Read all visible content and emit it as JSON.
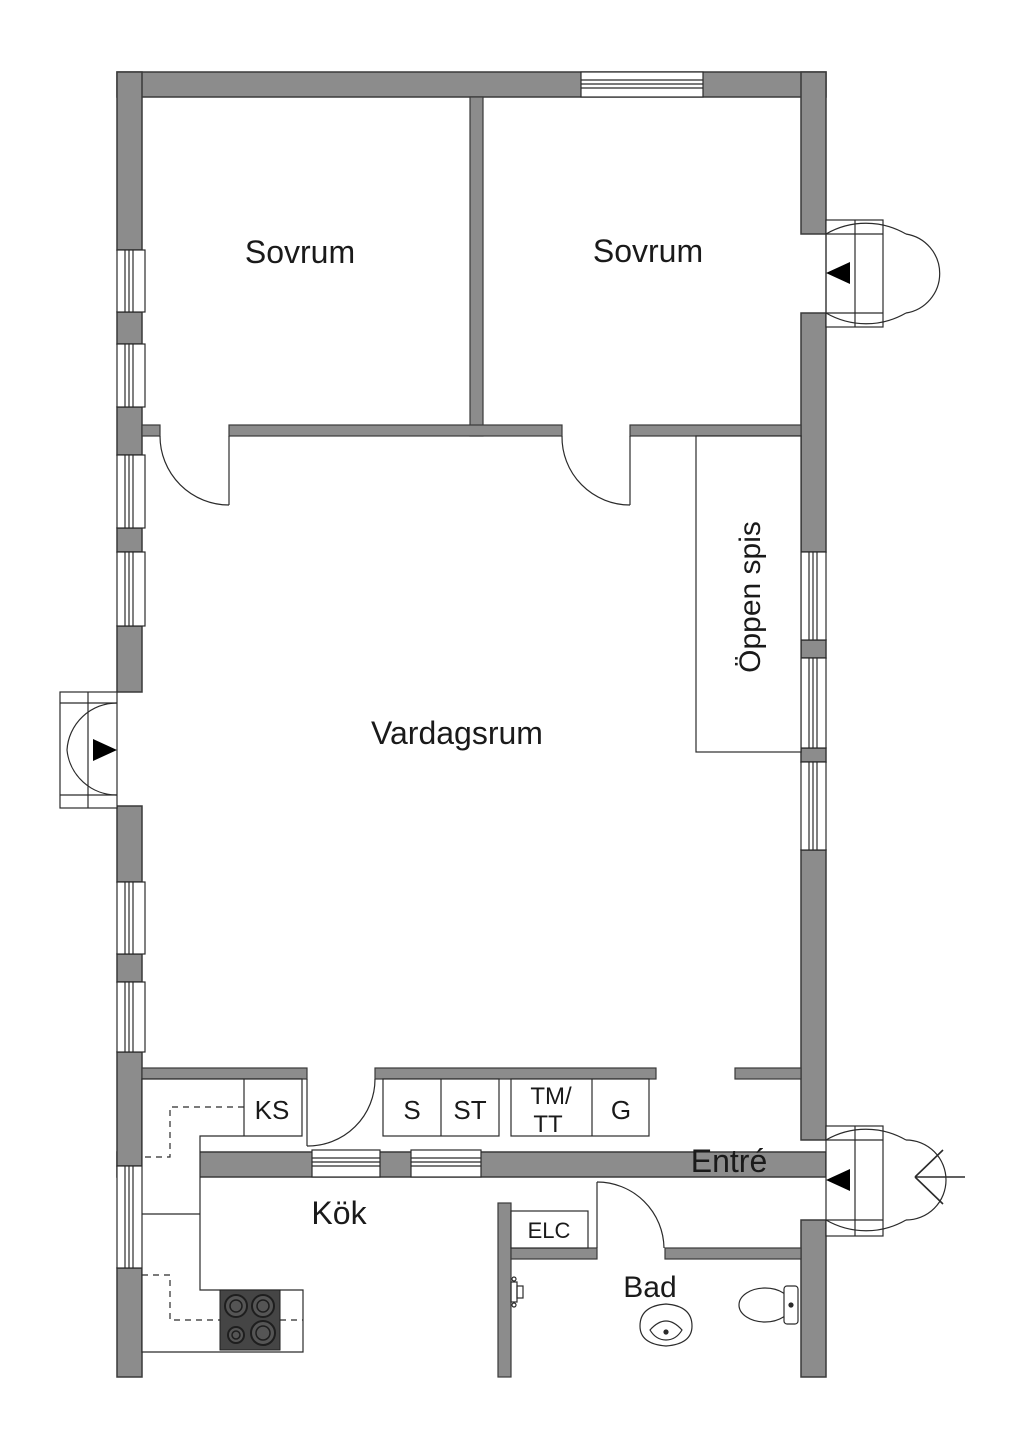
{
  "colors": {
    "wall": "#8c8c8c",
    "wall_stroke": "#3a3a3a",
    "line": "#2b2b2b",
    "background": "#ffffff",
    "stove_top": "#454545",
    "stove_ring": "#1e1e1e"
  },
  "rooms": {
    "bedroom_1": "Sovrum",
    "bedroom_2": "Sovrum",
    "living_room": "Vardagsrum",
    "fireplace": "Öppen spis",
    "kitchen": "Kök",
    "hall": "Entré",
    "bathroom": "Bad"
  },
  "fixtures": {
    "ks": "KS",
    "s": "S",
    "st": "ST",
    "tm": "TM/",
    "tt": "TT",
    "g": "G",
    "elc": "ELC"
  },
  "icons": {
    "entrance": "entrance-arrow-icon",
    "stove": "stove-icon",
    "toilet": "toilet-icon",
    "sink": "sink-icon",
    "faucet": "faucet-icon"
  }
}
